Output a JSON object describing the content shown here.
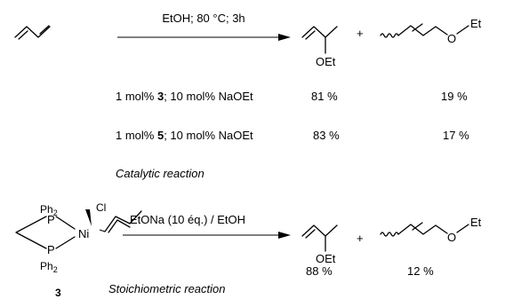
{
  "catalytic": {
    "conditions": "EtOH; 80 °C; 3h",
    "rows": [
      {
        "prefix": "1 mol% ",
        "complex": "3",
        "suffix": "; 10 mol% NaOEt",
        "branched_yield": "81 %",
        "linear_yield": "19 %"
      },
      {
        "prefix": "1 mol% ",
        "complex": "5",
        "suffix": "; 10 mol% NaOEt",
        "branched_yield": "83 %",
        "linear_yield": "17 %"
      }
    ],
    "caption": "Catalytic reaction"
  },
  "stoichiometric": {
    "conditions": "EtONa (10 éq.) / EtOH",
    "branched_yield": "88 %",
    "linear_yield": "12 %",
    "caption": "Stoichiometric reaction"
  },
  "labels": {
    "oet": "OEt",
    "o": "O",
    "et": "Et",
    "plus": "+",
    "ph2": "Ph",
    "sub2": "2",
    "p": "P",
    "ni": "Ni",
    "cl": "Cl",
    "complex_number": "3"
  }
}
